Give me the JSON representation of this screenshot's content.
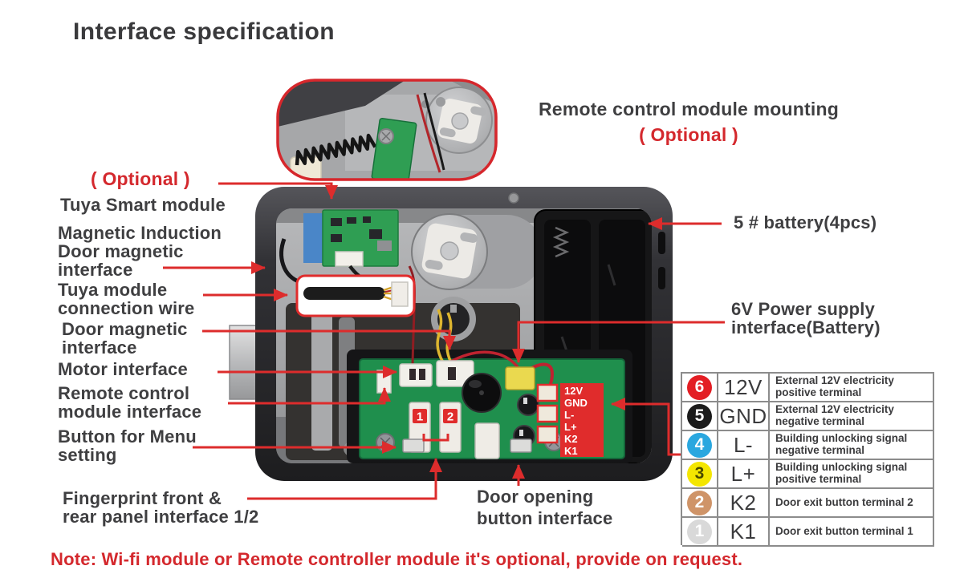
{
  "title": "Interface specification",
  "note": "Note: Wi-fi module or Remote controller module it's optional, provide on request.",
  "callouts": {
    "optional_left": "( Optional )",
    "tuya_smart": "Tuya Smart module",
    "magnetic_induction": [
      "Magnetic Induction",
      "Door magnetic",
      "interface"
    ],
    "tuya_wire": [
      "Tuya module",
      "connection wire"
    ],
    "door_magnetic": [
      "Door magnetic",
      "interface"
    ],
    "motor": "Motor interface",
    "remote_module": [
      "Remote control",
      "module interface"
    ],
    "menu_button": [
      "Button for Menu",
      "setting"
    ],
    "fingerprint": [
      "Fingerprint front &",
      "rear panel interface 1/2"
    ],
    "remote_mounting": "Remote control module mounting",
    "optional_right": "( Optional )",
    "battery": "5 # battery(4pcs)",
    "power_6v": [
      "6V Power supply",
      "interface(Battery)"
    ],
    "door_opening": [
      "Door opening",
      "button interface"
    ]
  },
  "photo": {
    "terminal_strip": [
      "12V",
      "GND",
      "L-",
      "L+",
      "K2",
      "K1"
    ],
    "connector_badges": [
      "1",
      "2"
    ]
  },
  "table": {
    "rows": [
      {
        "num": "6",
        "num_bg": "#e31e24",
        "num_color": "#ffffff",
        "label": "12V",
        "desc": "External 12V electricity positive terminal"
      },
      {
        "num": "5",
        "num_bg": "#1b1b1b",
        "num_color": "#ffffff",
        "label": "GND",
        "desc": "External 12V electricity negative terminal"
      },
      {
        "num": "4",
        "num_bg": "#2aa7df",
        "num_color": "#ffffff",
        "label": "L-",
        "desc": "Building unlocking signal negative terminal"
      },
      {
        "num": "3",
        "num_bg": "#f4e600",
        "num_color": "#4a4a00",
        "label": "L+",
        "desc": "Building unlocking signal positive terminal"
      },
      {
        "num": "2",
        "num_bg": "#cf9468",
        "num_color": "#ffffff",
        "label": "K2",
        "desc": "Door exit button terminal 2"
      },
      {
        "num": "1",
        "num_bg": "#d9d9d9",
        "num_color": "#ffffff",
        "label": "K1",
        "desc": "Door exit button terminal 1"
      }
    ]
  },
  "colors": {
    "annotation_red": "#dd2c2c",
    "text_dark": "#3f3f41",
    "pcb_green": "#2f9e53"
  }
}
